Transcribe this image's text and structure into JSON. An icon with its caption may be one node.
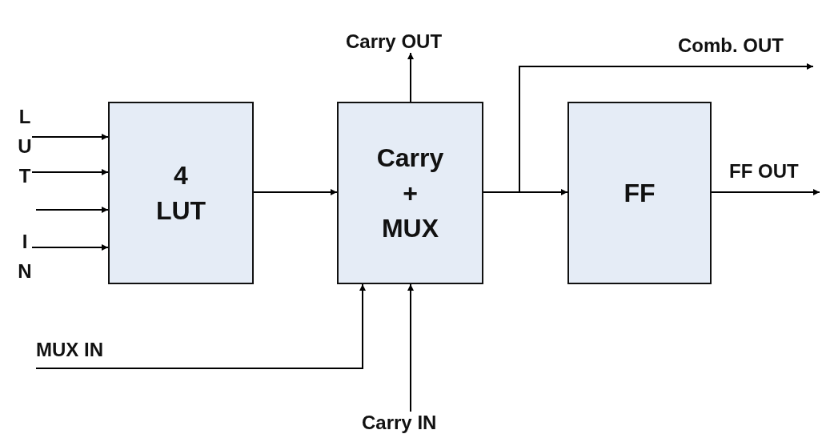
{
  "diagram": {
    "nodes": [
      {
        "text": [
          "4 LUT"
        ]
      },
      {
        "text": [
          "Carry + MUX"
        ]
      },
      {
        "text": [
          "FF"
        ]
      },
      {
        "text": [
          "Carry OUT"
        ]
      },
      {
        "text": [
          "Carry IN"
        ]
      },
      {
        "text": [
          "LUT"
        ]
      },
      {
        "text": [
          "IN"
        ]
      }
    ],
    "edges": [
      {
        "from": 5,
        "to": 0,
        "arrow": "to"
      },
      {
        "from": 5,
        "to": 0,
        "arrow": "to"
      },
      {
        "from": null,
        "to": 0,
        "arrow": "to"
      },
      {
        "from": 6,
        "to": 0,
        "arrow": "to"
      },
      {
        "from": 0,
        "to": 1,
        "arrow": "to"
      },
      {
        "from": 1,
        "to": 3,
        "arrow": "to"
      },
      {
        "from": 1,
        "to": 2,
        "arrow": "to"
      },
      {
        "from": 1,
        "to": null,
        "arrow": "to"
      },
      {
        "from": 2,
        "to": null,
        "arrow": "to"
      },
      {
        "from": null,
        "to": 1,
        "arrow": "to"
      },
      {
        "from": 4,
        "to": 1,
        "arrow": "to"
      }
    ],
    "labels": [
      "MUX IN",
      "Comb. OUT",
      "FF OUT"
    ]
  }
}
